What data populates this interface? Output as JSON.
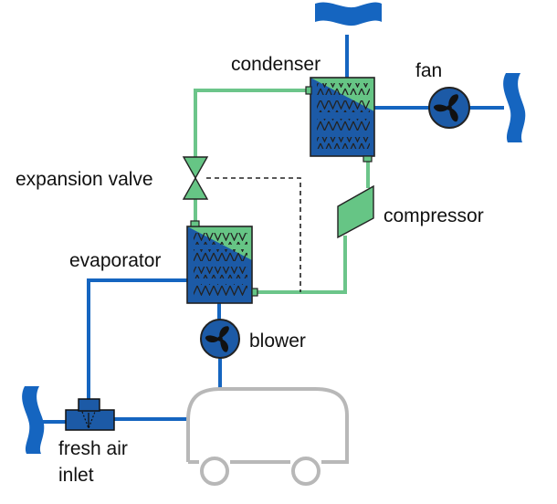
{
  "labels": {
    "condenser": "condenser",
    "fan": "fan",
    "expansion_valve": "expansion valve",
    "compressor": "compressor",
    "evaporator": "evaporator",
    "blower": "blower",
    "fresh_air_line1": "fresh air",
    "fresh_air_line2": "inlet"
  },
  "colors": {
    "refrigerant_line": "#6cc58a",
    "air_line": "#1565c0",
    "heat_exchanger_blue": "#1c5aa6",
    "heat_exchanger_green": "#66c585",
    "coil": "#222222",
    "control_line": "#222222",
    "vehicle_outline": "#b8b8b8",
    "text": "#111111"
  },
  "icons": {
    "fan": "fan-icon",
    "blower": "fan-icon",
    "air_source": "air-wave-icon",
    "valve": "expansion-valve-icon",
    "damper": "fresh-air-damper-icon",
    "vehicle": "bus-outline-icon"
  }
}
